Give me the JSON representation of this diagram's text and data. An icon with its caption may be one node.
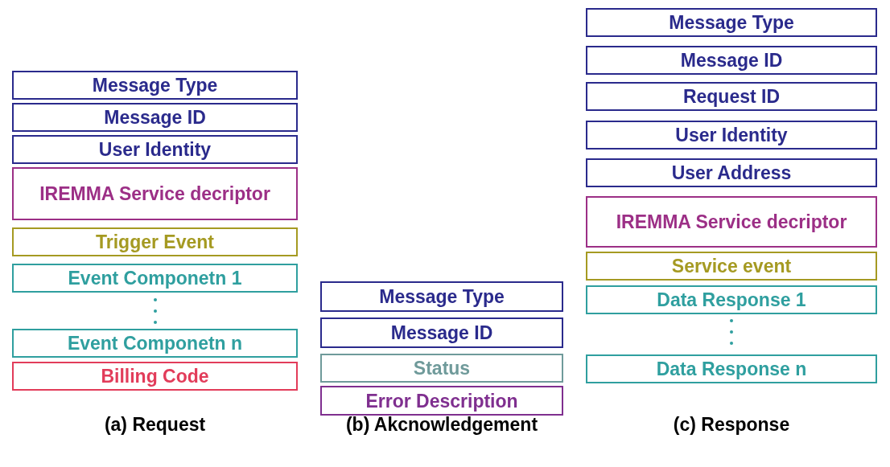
{
  "diagram": {
    "nodes": [
      {
        "text": [
          "Message Type"
        ]
      },
      {
        "text": [
          "Message ID"
        ]
      },
      {
        "text": [
          "User Identity"
        ]
      },
      {
        "text": [
          "IREMMA Service decriptor"
        ]
      },
      {
        "text": [
          "Trigger Event"
        ]
      },
      {
        "text": [
          "Event Componetn 1"
        ]
      },
      {
        "text": [
          "Event Componetn n"
        ]
      },
      {
        "text": [
          "Billing Code"
        ]
      },
      {
        "text": [
          "Message Type"
        ]
      },
      {
        "text": [
          "Message ID"
        ]
      },
      {
        "text": [
          "Status"
        ]
      },
      {
        "text": [
          "Error Description"
        ]
      },
      {
        "text": [
          "Message Type"
        ]
      },
      {
        "text": [
          "Message ID"
        ]
      },
      {
        "text": [
          "Request ID"
        ]
      },
      {
        "text": [
          "User Identity"
        ]
      },
      {
        "text": [
          "User Address"
        ]
      },
      {
        "text": [
          "IREMMA Service decriptor"
        ]
      },
      {
        "text": [
          "Service event"
        ]
      },
      {
        "text": [
          "Data Response 1"
        ]
      },
      {
        "text": [
          "Data Response n"
        ]
      }
    ],
    "labels": [
      "(a) Request",
      "(b) Akcnowledgement",
      "(c) Response"
    ]
  }
}
